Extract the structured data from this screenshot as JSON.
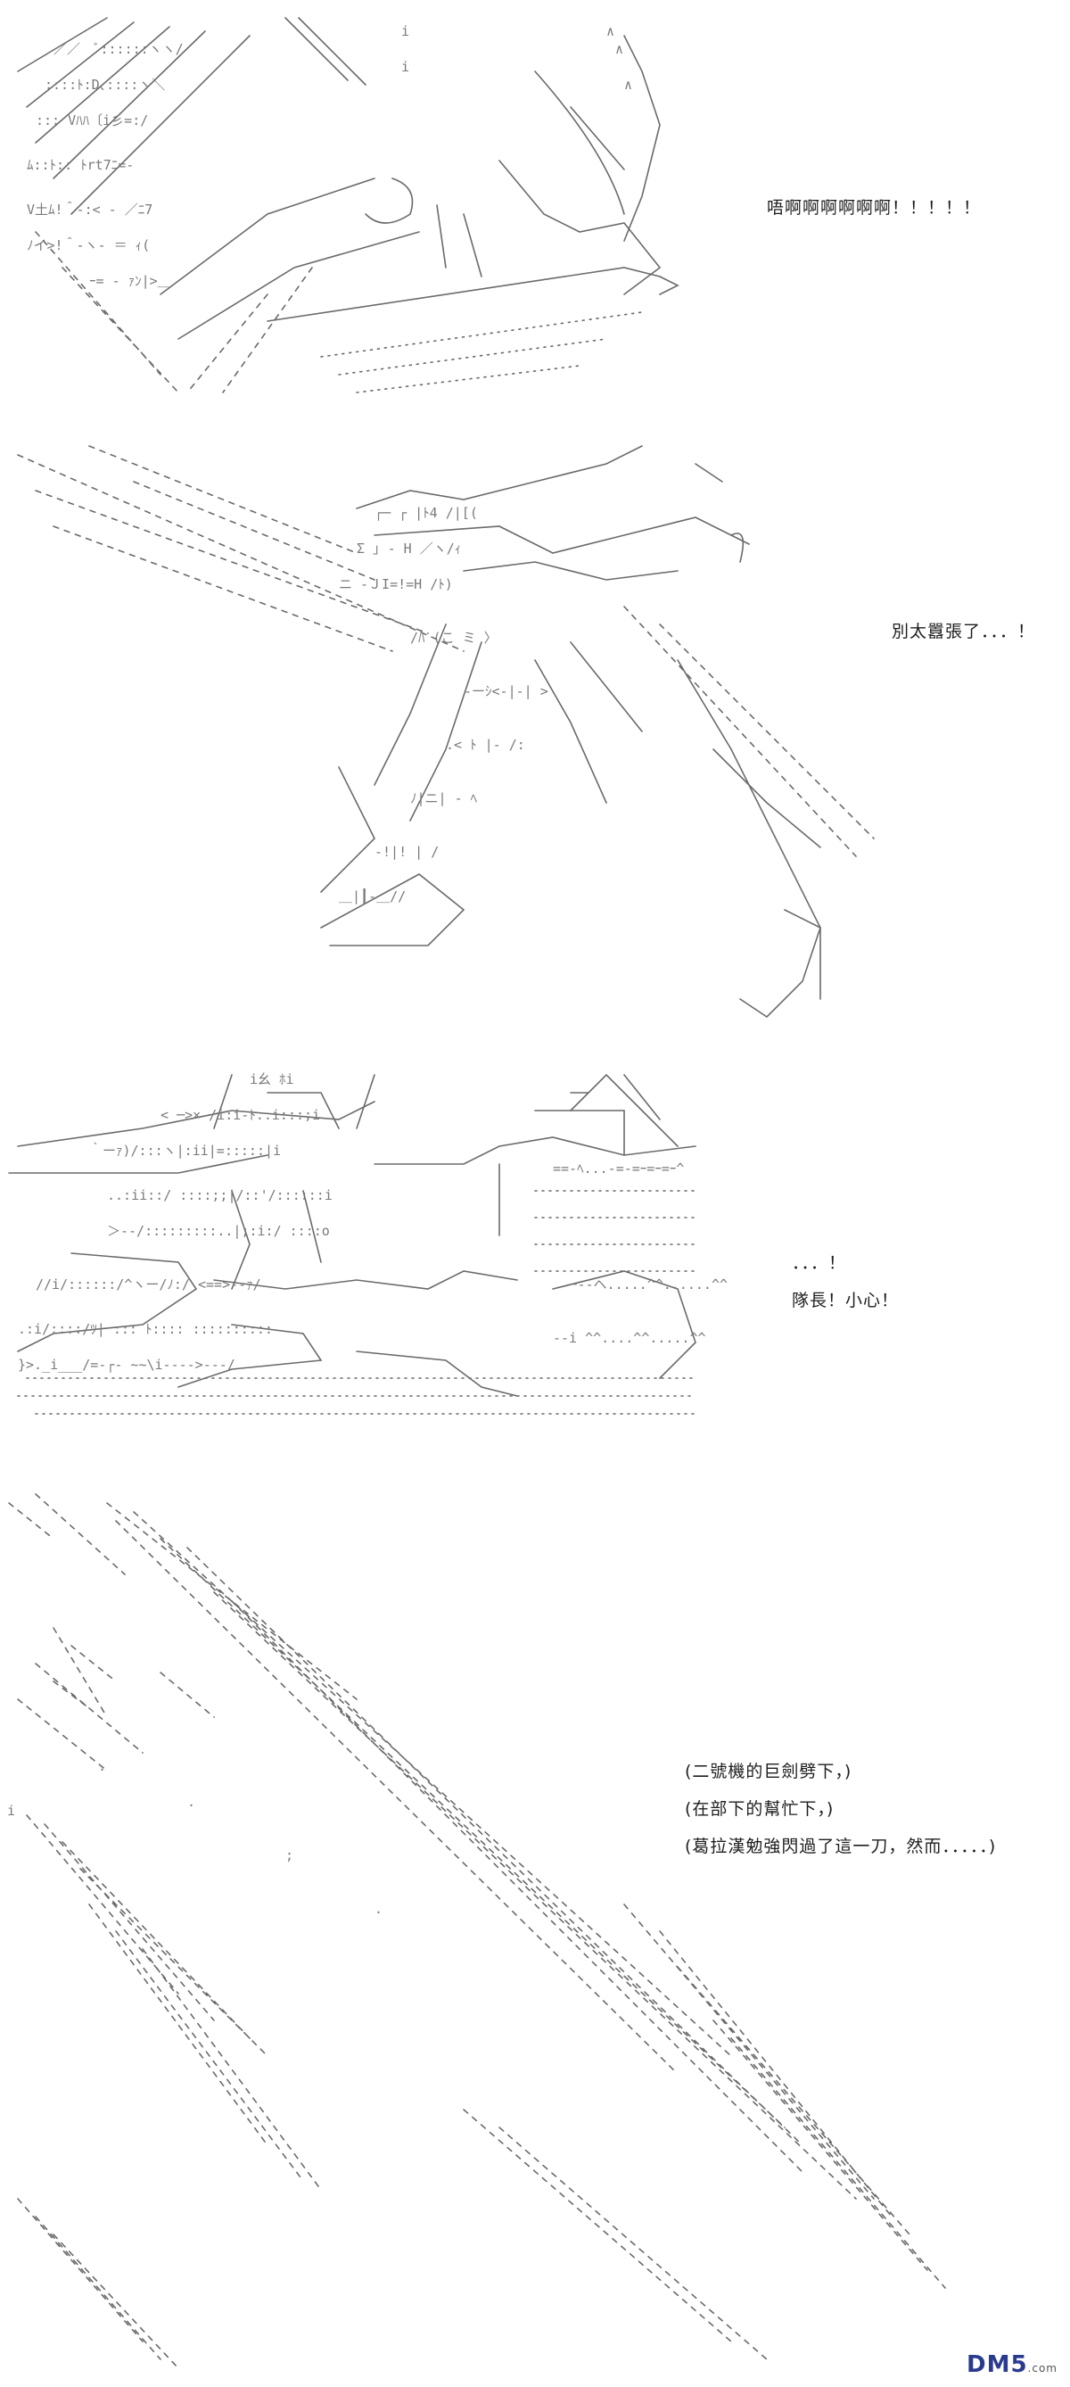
{
  "panels": [
    {
      "lines": [
        "唔啊啊啊啊啊啊！！！！！"
      ]
    },
    {
      "lines": [
        "別太囂張了．．．！"
      ]
    },
    {
      "lines": [
        "．．．！",
        "隊長！小心！"
      ]
    },
    {
      "lines": [
        "(二號機的巨劍劈下，)",
        "(在部下的幫忙下，)",
        "(葛拉漢勉強閃過了這一刀，然而．．．．．)"
      ]
    }
  ],
  "watermark": {
    "brand": "DM5",
    "suffix": ".com"
  }
}
